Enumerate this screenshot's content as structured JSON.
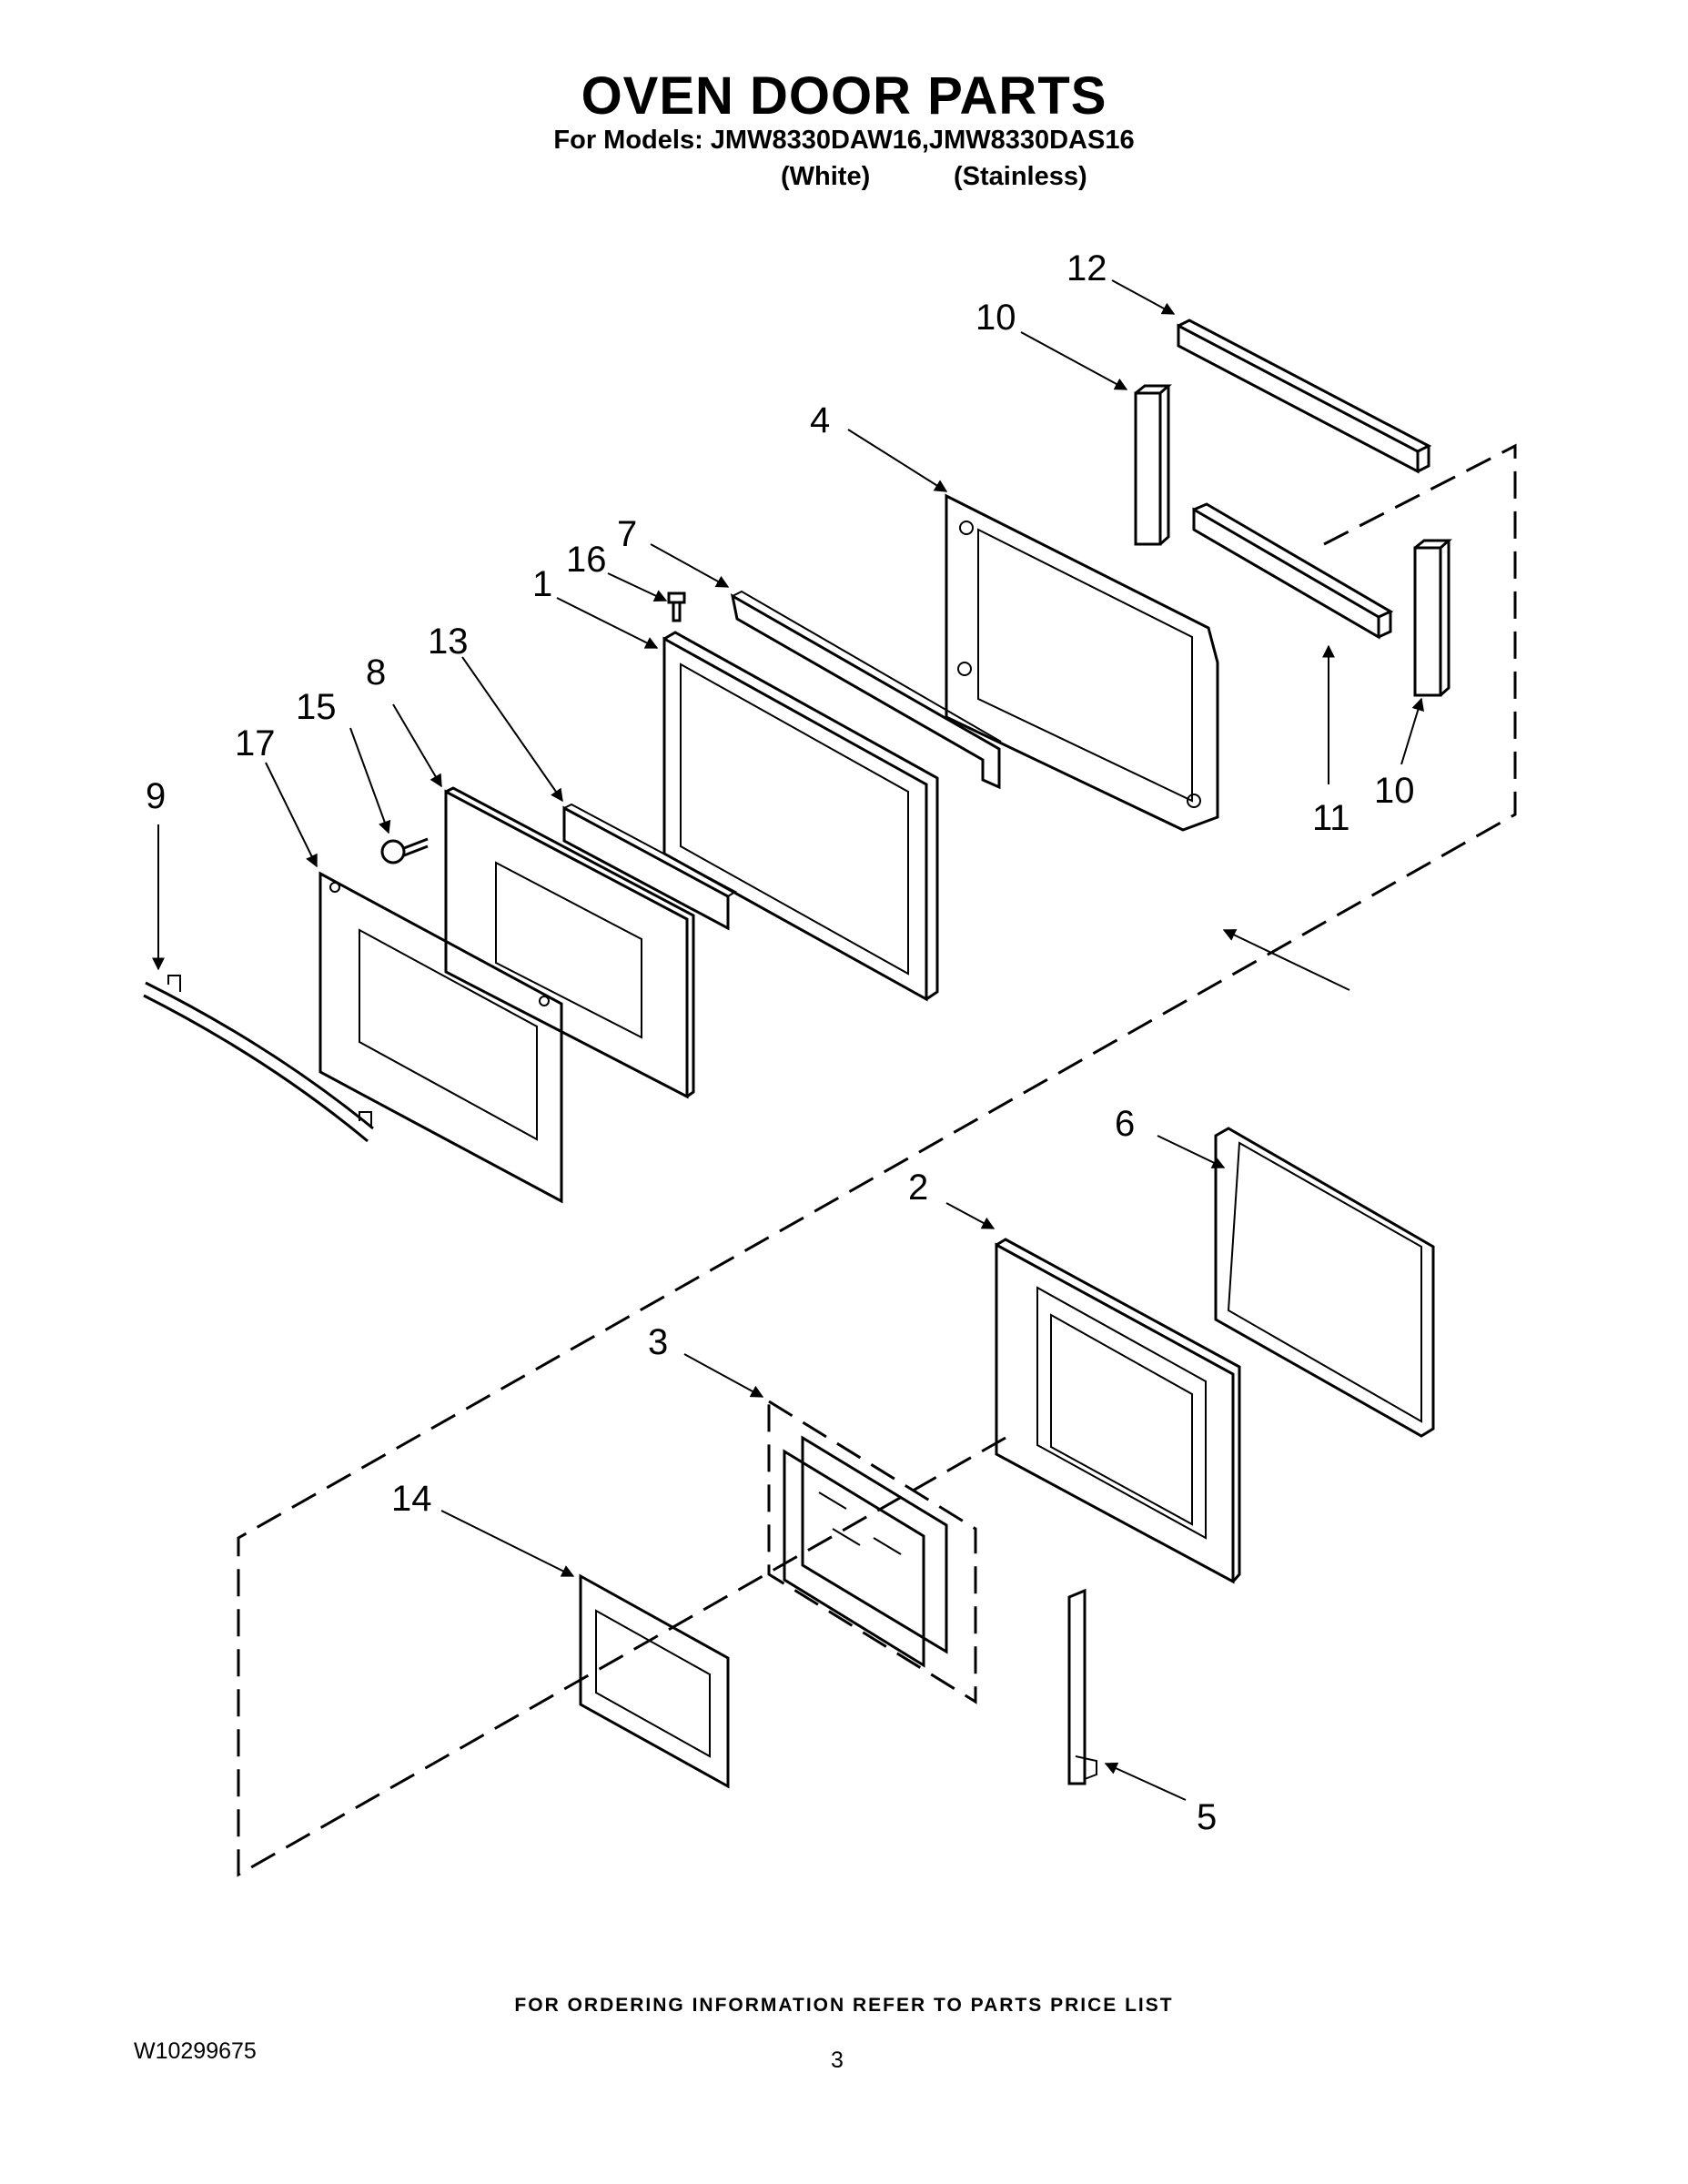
{
  "header": {
    "title": "OVEN DOOR PARTS",
    "models": "For Models: JMW8330DAW16,JMW8330DAS16",
    "variant_white": "(White)",
    "variant_stainless": "(Stainless)"
  },
  "callouts": {
    "c1": "1",
    "c2": "2",
    "c3": "3",
    "c4": "4",
    "c5": "5",
    "c6": "6",
    "c7": "7",
    "c8": "8",
    "c9": "9",
    "c10a": "10",
    "c10b": "10",
    "c11": "11",
    "c12": "12",
    "c13": "13",
    "c14": "14",
    "c15": "15",
    "c16": "16",
    "c17": "17"
  },
  "footer": {
    "ordering": "FOR ORDERING INFORMATION REFER TO PARTS PRICE LIST",
    "doc_number": "W10299675",
    "page": "3"
  }
}
